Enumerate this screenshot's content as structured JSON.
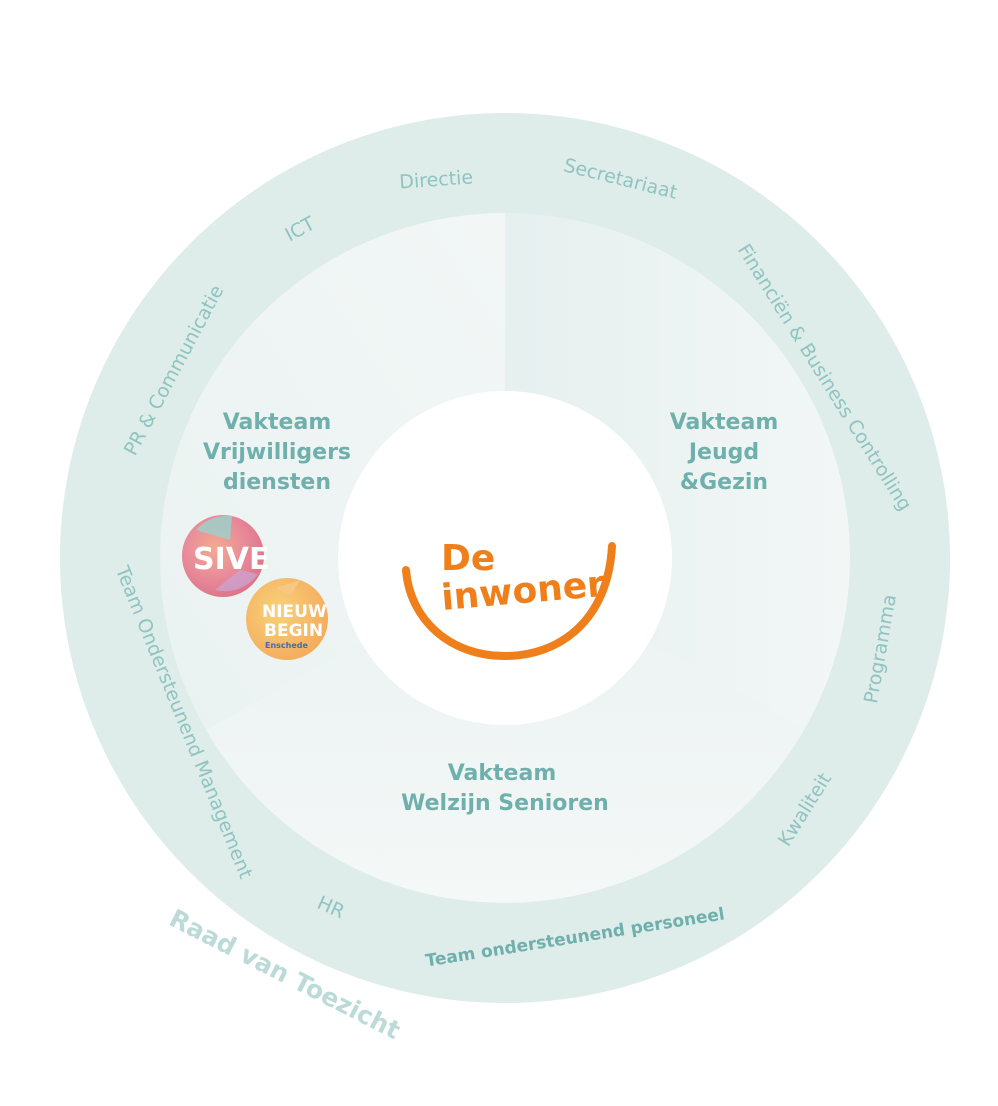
{
  "outer_ring": {
    "labels": {
      "directie": "Directie",
      "secretariaat": "Secretariaat",
      "ict": "ICT",
      "pr": "PR & Communicatie",
      "financien": "Financiën & Business Controlling",
      "team_ondersteunend_management": "Team Ondersteunend Management",
      "programma": "Programma",
      "kwaliteit": "Kwaliteit",
      "hr": "HR",
      "team_ondersteunend_personeel": "Team ondersteunend personeel"
    }
  },
  "raad_van_toezicht": "Raad van Toezicht",
  "segments": {
    "vrijwilligers": [
      "Vakteam",
      "Vrijwilligers",
      "diensten"
    ],
    "jeugd": [
      "Vakteam",
      "Jeugd",
      "&Gezin"
    ],
    "senioren": [
      "Vakteam",
      "Welzijn Senioren"
    ]
  },
  "center_logo": {
    "line1": "De",
    "line2": "inwoner"
  },
  "badges": {
    "sive": "SIVE",
    "nieuw_begin": [
      "NIEUW",
      "BEGIN"
    ],
    "nieuw_begin_sub": "Enschede"
  },
  "colors": {
    "outer_ring": "#deecea",
    "segment": "#edf4f3",
    "text_teal": "#6fb0ac",
    "logo_orange": "#ef7f1a"
  }
}
